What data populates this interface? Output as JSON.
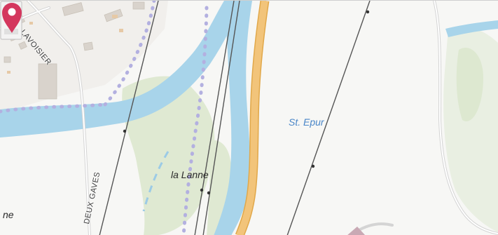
{
  "map": {
    "labels": {
      "street_lavoisier": "R LAVOISIER",
      "street_deux_gaves": "DEUX GAVES",
      "place_la_lanne": "la Lanne",
      "poi_st_epur": "St. Epur",
      "edge_fragment": "ne"
    },
    "icons": {
      "pin": "map-pin-icon",
      "poi": "wastewater-plant-icon"
    },
    "colors": {
      "water": "#a8d4ea",
      "vegetation": "#dfe9d2",
      "main_road": "#f2c47a",
      "road_casing": "#e1a84a",
      "minor_road": "#d4d4d4",
      "rail_line": "#555555",
      "dotted_boundary": "#b3b0e0",
      "pin": "#d4375e",
      "poi": "#2f6fb8",
      "building": "#d9d3cc"
    }
  }
}
